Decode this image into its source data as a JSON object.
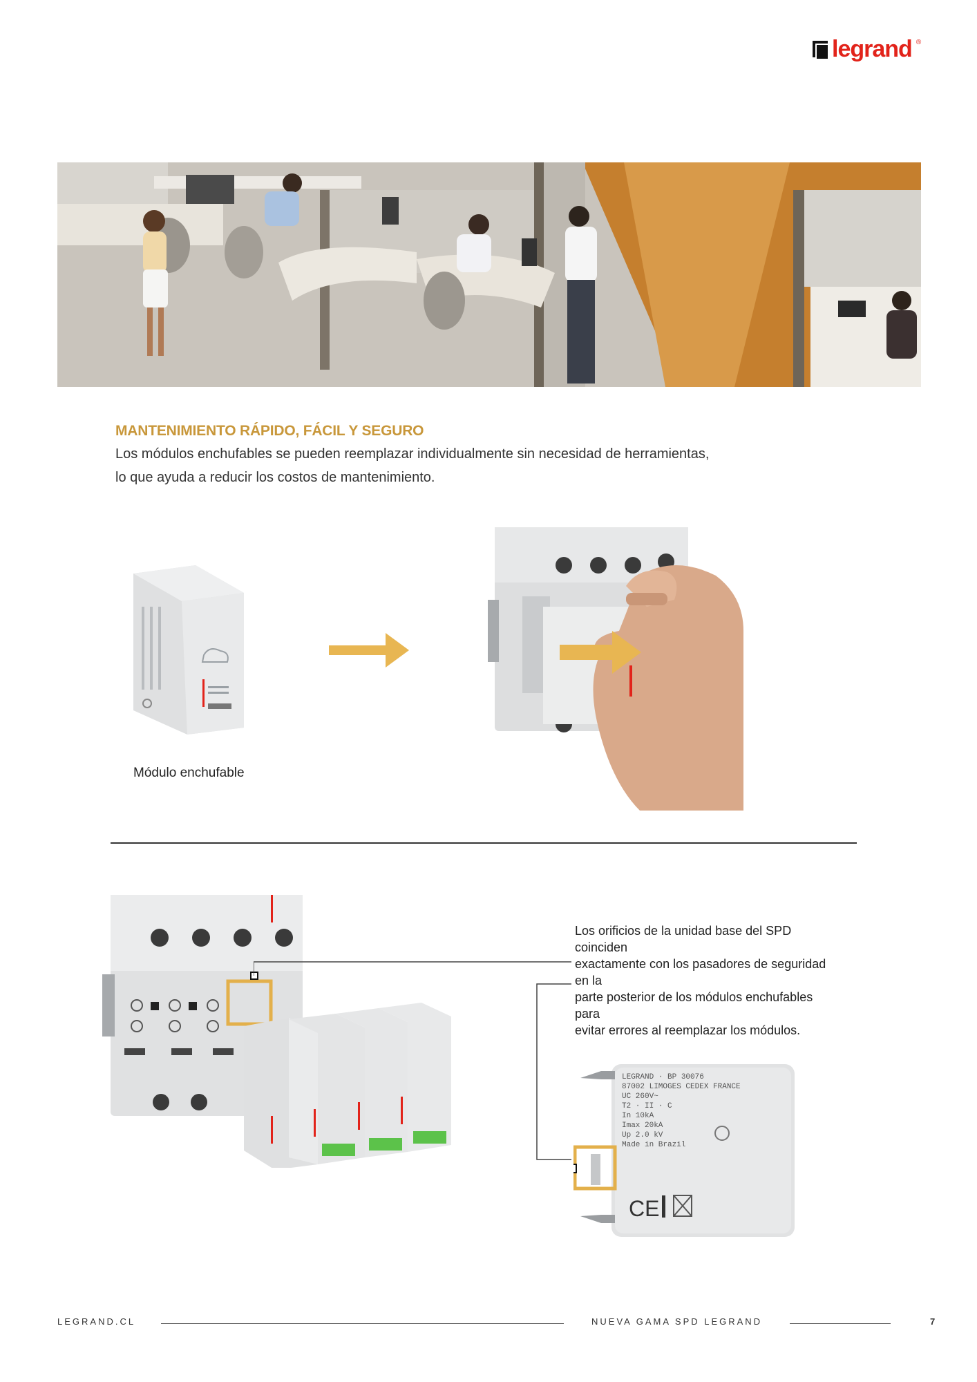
{
  "brand": {
    "logo_text": "legrand",
    "logo_reg": "®"
  },
  "section": {
    "headline": "MANTENIMIENTO RÁPIDO, FÁCIL Y SEGURO",
    "body_line1": "Los módulos enchufables se pueden reemplazar individualmente sin necesidad de herramientas,",
    "body_line2": "lo que ayuda a reducir los costos de mantenimiento."
  },
  "figure1": {
    "caption": "Módulo enchufable"
  },
  "figure2": {
    "callout_lines": [
      "Los orificios de la unidad base del SPD coinciden",
      "exactamente con los pasadores de seguridad en la",
      "parte posterior de los módulos enchufables para",
      "evitar errores al reemplazar los módulos."
    ]
  },
  "module_label": {
    "line1": "LEGRAND · BP 30076",
    "line2": "87002 LIMOGES CEDEX FRANCE",
    "line3": "UC  260V~",
    "line4": "T2 · II · C",
    "line5": "In  10kA",
    "line6": "Imax  20kA",
    "line7": "Up 2.0 kV",
    "line8": "Made in Brazil"
  },
  "footer": {
    "site": "LEGRAND.CL",
    "title": "NUEVA GAMA SPD LEGRAND",
    "page": "7"
  },
  "colors": {
    "accent_gold": "#c8973a",
    "brand_red": "#e2231a",
    "indicator_green": "#5cc24a"
  }
}
